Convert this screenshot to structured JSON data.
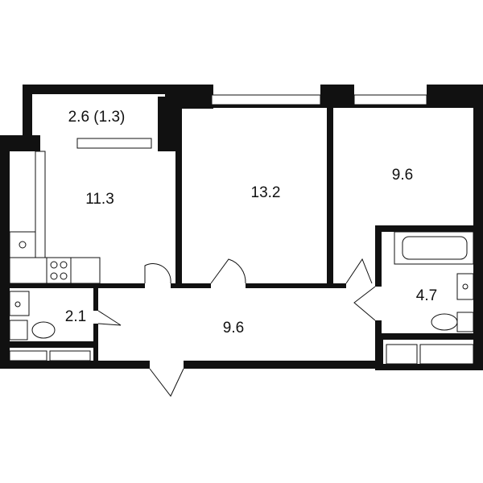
{
  "plan": {
    "wall_color": "#111111",
    "background_color": "#ffffff",
    "rooms": [
      {
        "id": "balcony",
        "area": "2.6 (1.3)"
      },
      {
        "id": "kitchen_living",
        "area": "11.3"
      },
      {
        "id": "bedroom_middle",
        "area": "13.2"
      },
      {
        "id": "bedroom_right",
        "area": "9.6"
      },
      {
        "id": "hallway",
        "area": "9.6"
      },
      {
        "id": "bathroom",
        "area": "4.7"
      },
      {
        "id": "toilet",
        "area": "2.1"
      }
    ]
  }
}
